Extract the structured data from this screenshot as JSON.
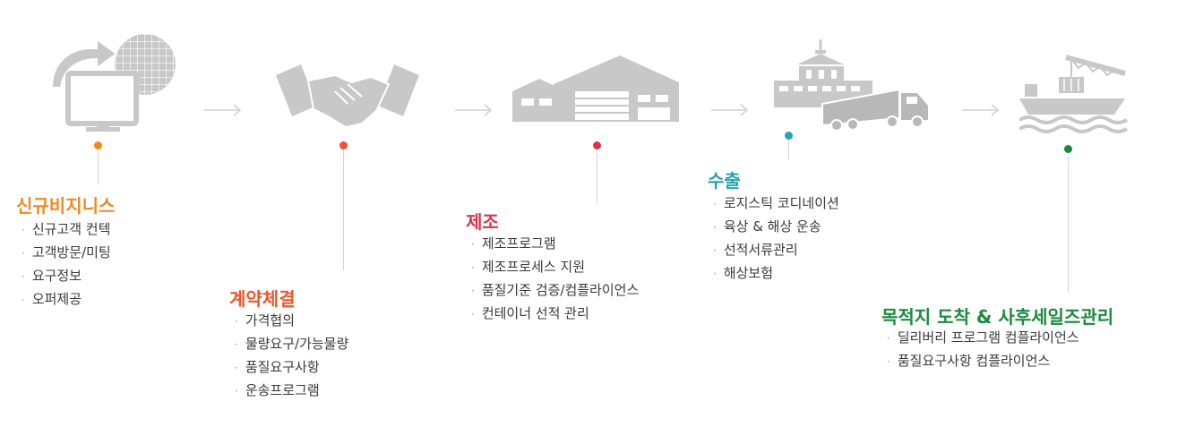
{
  "colors": {
    "icon_gray": "#c8c8c8",
    "stem_gray": "#d4d4d4",
    "orange": "#ef8a22",
    "red_orange": "#e9562e",
    "red": "#d8344a",
    "teal": "#23a6ad",
    "green": "#1b8a3d"
  },
  "steps": [
    {
      "icon": "monitor-globe-icon",
      "title": "신규비지니스",
      "items": [
        "신규고객 컨텍",
        "고객방문/미팅",
        "요구정보",
        "오퍼제공"
      ]
    },
    {
      "icon": "handshake-icon",
      "title": "계약체결",
      "items": [
        "가격협의",
        "물량요구/가능물량",
        "품질요구사항",
        "운송프로그램"
      ]
    },
    {
      "icon": "factory-icon",
      "title": "제조",
      "items": [
        "제조프로그램",
        "제조프로세스 지원",
        "품질기준 검증/컴플라이언스",
        "컨테이너 선적 관리"
      ]
    },
    {
      "icon": "truck-warehouse-icon",
      "title": "수출",
      "items": [
        "로지스틱 코디네이션",
        "육상 & 해상 운송",
        "선적서류관리",
        "해상보험"
      ]
    },
    {
      "icon": "ship-crane-icon",
      "title": "목적지 도착 & 사후세일즈관리",
      "items": [
        "딜리버리 프로그램 컴플라이언스",
        "품질요구사항 컴플라이언스"
      ]
    }
  ]
}
